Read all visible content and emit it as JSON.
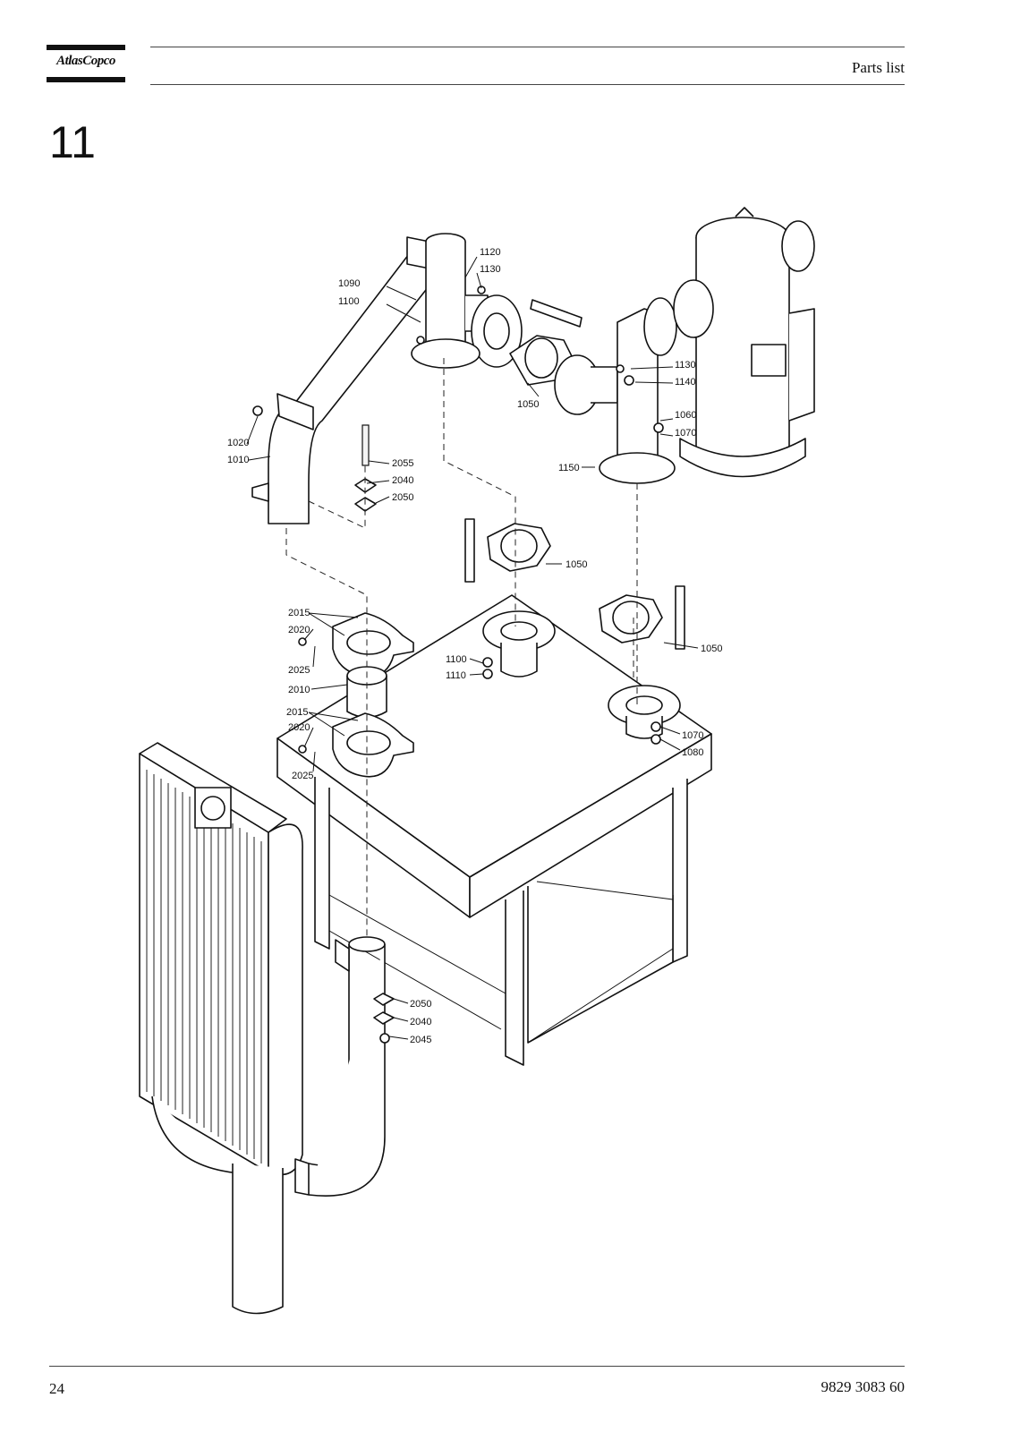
{
  "header": {
    "brand": "AtlasCopco",
    "section_title": "Parts list"
  },
  "chapter_number": "11",
  "footer": {
    "page_number": "24",
    "document_number": "9829 3083 60"
  },
  "callouts": [
    "1120",
    "1130",
    "1090",
    "1100",
    "1050",
    "1130",
    "1140",
    "1060",
    "1070",
    "1020",
    "1010",
    "2055",
    "2040",
    "2050",
    "1150",
    "1050",
    "2015",
    "2020",
    "1050",
    "2025",
    "1100",
    "1110",
    "2010",
    "2015",
    "2020",
    "1070",
    "1080",
    "2025",
    "2050",
    "2040",
    "2045"
  ]
}
